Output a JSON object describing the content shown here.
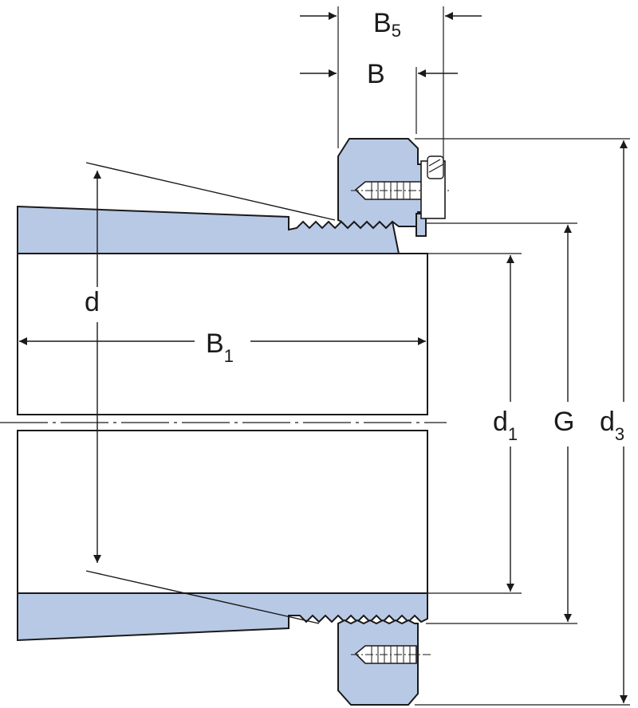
{
  "diagram": {
    "labels": {
      "b5": {
        "main": "B",
        "sub": "5"
      },
      "b": {
        "main": "B"
      },
      "d": {
        "main": "d"
      },
      "b1": {
        "main": "B",
        "sub": "1"
      },
      "d1": {
        "main": "d",
        "sub": "1"
      },
      "g": {
        "main": "G"
      },
      "d3": {
        "main": "d",
        "sub": "3"
      }
    },
    "colors": {
      "fill": "#b8c9e6",
      "stroke": "#1a1a1a"
    }
  }
}
